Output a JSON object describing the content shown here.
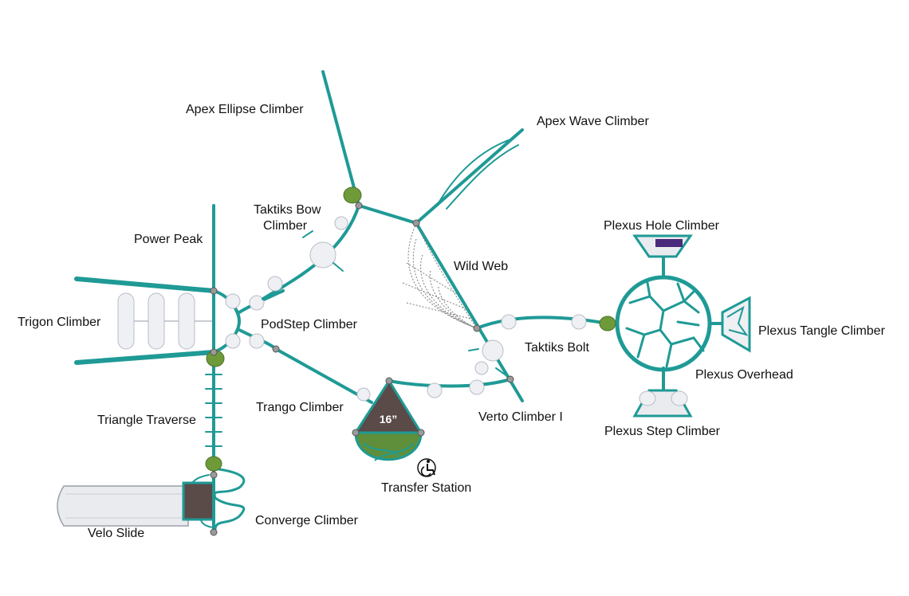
{
  "labels": {
    "apex_ellipse": "Apex Ellipse Climber",
    "apex_wave": "Apex Wave Climber",
    "taktiks_bow_1": "Taktiks Bow",
    "taktiks_bow_2": "Climber",
    "power_peak": "Power Peak",
    "wild_web": "Wild Web",
    "plexus_hole": "Plexus Hole Climber",
    "trigon": "Trigon Climber",
    "podstep": "PodStep Climber",
    "plexus_tangle": "Plexus Tangle Climber",
    "taktiks_bolt": "Taktiks Bolt",
    "plexus_overhead": "Plexus Overhead",
    "triangle_traverse": "Triangle Traverse",
    "trango": "Trango Climber",
    "verto": "Verto Climber I",
    "plexus_step": "Plexus Step Climber",
    "transfer_station": "Transfer Station",
    "velo_slide": "Velo Slide",
    "converge": "Converge Climber",
    "platform_height": "16”"
  },
  "colors": {
    "structure": "#1f9a96",
    "platform": "#5a4a48",
    "pad": "#6e9a3a",
    "overhead_accent": "#4a2a7a"
  },
  "icons": {
    "accessibility": "wheelchair-icon"
  }
}
